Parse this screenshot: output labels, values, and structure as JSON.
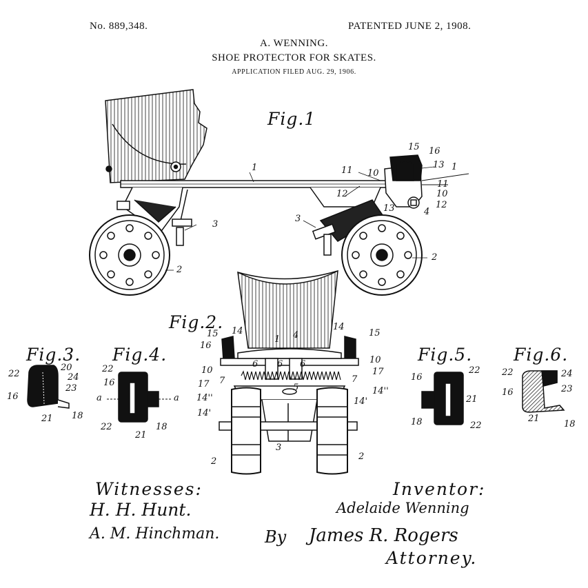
{
  "header": {
    "patent_number": "No. 889,348.",
    "patented_date": "PATENTED JUNE 2, 1908.",
    "inventor_name": "A. WENNING.",
    "title": "SHOE PROTECTOR FOR SKATES.",
    "application": "APPLICATION FILED AUG. 29, 1906."
  },
  "figures": {
    "fig1": "Fig.1",
    "fig2": "Fig.2.",
    "fig3": "Fig.3.",
    "fig4": "Fig.4.",
    "fig5": "Fig.5.",
    "fig6": "Fig.6."
  },
  "reference_numerals": {
    "fig1": [
      "1",
      "1",
      "2",
      "2",
      "3",
      "3",
      "11",
      "12",
      "10",
      "15",
      "16",
      "13",
      "11",
      "10",
      "12",
      "4",
      "13"
    ],
    "fig2": [
      "15",
      "16",
      "14",
      "1",
      "4",
      "14",
      "15",
      "10",
      "6",
      "6",
      "6",
      "10",
      "17",
      "7",
      "7",
      "17",
      "14''",
      "5",
      "14''",
      "14'",
      "14'",
      "3",
      "2",
      "2"
    ],
    "fig3": [
      "22",
      "20",
      "24",
      "23",
      "16",
      "21",
      "18"
    ],
    "fig4": [
      "22",
      "16",
      "a",
      "a",
      "22",
      "21",
      "18"
    ],
    "fig5": [
      "16",
      "22",
      "21",
      "18",
      "22"
    ],
    "fig6": [
      "22",
      "24",
      "23",
      "16",
      "21",
      "18"
    ]
  },
  "footer": {
    "witnesses_label": "Witnesses:",
    "witness1_signature": "H. H. Hunt.",
    "witness2_signature": "A. M. Hinchman.",
    "inventor_label": "Inventor:",
    "inventor_signature": "Adelaide Wenning",
    "by_label": "By",
    "attorney_signature": "James R. Rogers",
    "attorney_label": "Attorney."
  },
  "colors": {
    "ink": "#111111",
    "paper": "#ffffff"
  }
}
